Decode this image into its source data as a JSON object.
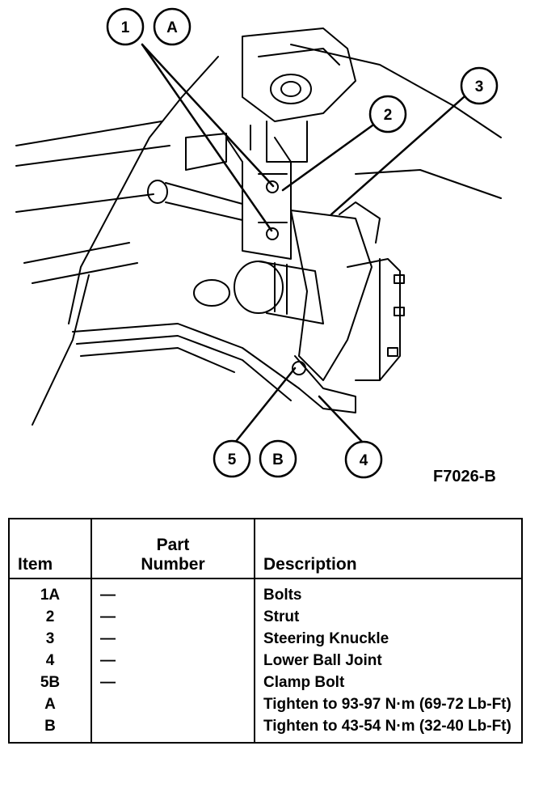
{
  "callouts": {
    "c1": "1",
    "cA": "A",
    "c2": "2",
    "c3": "3",
    "c5": "5",
    "cB": "B",
    "c4": "4"
  },
  "figure_id": "F7026-B",
  "table": {
    "headers": {
      "item": "Item",
      "part_line1": "Part",
      "part_line2": "Number",
      "description": "Description"
    },
    "rows": [
      {
        "item": "1A",
        "part": "—",
        "description": "Bolts"
      },
      {
        "item": "2",
        "part": "—",
        "description": "Strut"
      },
      {
        "item": "3",
        "part": "—",
        "description": "Steering Knuckle"
      },
      {
        "item": "4",
        "part": "—",
        "description": "Lower Ball Joint"
      },
      {
        "item": "5B",
        "part": "—",
        "description": "Clamp Bolt"
      },
      {
        "item": "A",
        "part": "",
        "description": "Tighten to 93-97 N·m (69-72 Lb-Ft)"
      },
      {
        "item": "B",
        "part": "",
        "description": "Tighten to 43-54 N·m (32-40 Lb-Ft)"
      }
    ]
  }
}
